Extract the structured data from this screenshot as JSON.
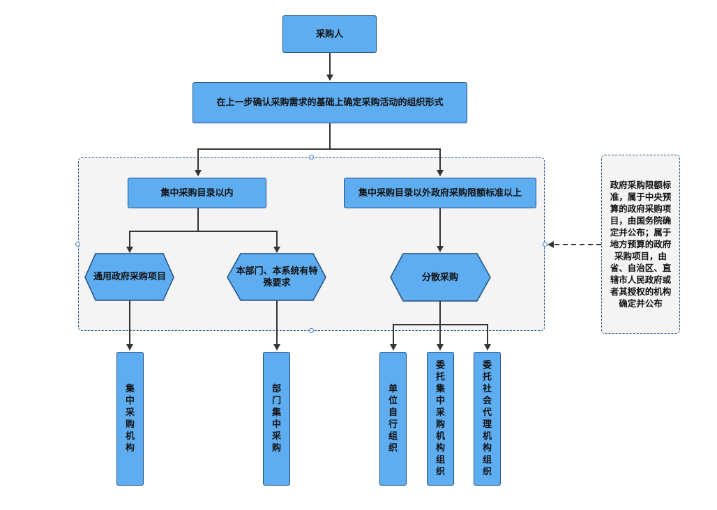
{
  "nodes": {
    "purchaser": "采购人",
    "determine_form": "在上一步确认采购需求的基础上确定采购活动的组织形式",
    "within_catalog": "集中采购目录以内",
    "outside_catalog": "集中采购目录以外政府采购限额标准以上",
    "general_items": "通用政府采购项目",
    "special_requirements": "本部门、本系统有特殊要求",
    "decentralized": "分散采购",
    "central_agency": "集中采购机构",
    "department_central": "部门集中采购",
    "self_organized": "单位自行组织",
    "entrust_central": "委托集中采购机构组织",
    "entrust_social": "委托社会代理机构组织"
  },
  "note": {
    "text": "政府采购限额标准，属于中央预算的政府采购项目，由国务院确定并公布；属于地方预算的政府采购项目，由省、自治区、直辖市人民政府或者其授权的机构确定并公布"
  },
  "colors": {
    "node_fill": "#5eadf0",
    "node_border": "#1f4f82",
    "group_fill": "#f4f4f4",
    "connector": "#333333"
  }
}
